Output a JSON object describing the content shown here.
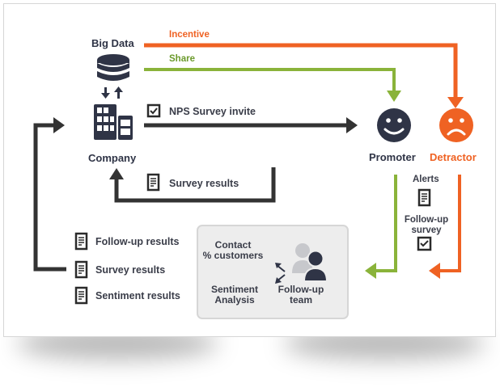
{
  "colors": {
    "dark": "#2f3446",
    "line_dark": "#333333",
    "orange": "#ef6223",
    "green": "#8ab33a",
    "box_bg": "#ededed"
  },
  "nodes": {
    "big_data": {
      "label": "Big Data",
      "icon": "database-icon"
    },
    "company": {
      "label": "Company",
      "icon": "building-icon"
    },
    "promoter": {
      "label": "Promoter",
      "icon": "smiley-face-icon"
    },
    "detractor": {
      "label": "Detractor",
      "icon": "sad-face-icon"
    }
  },
  "flows": {
    "incentive": "Incentive",
    "share": "Share",
    "nps_invite": "NPS Survey invite",
    "survey_results_top": "Survey results"
  },
  "detractor_side": {
    "alerts": "Alerts",
    "followup_survey_line1": "Follow-up",
    "followup_survey_line2": "survey"
  },
  "followup_box": {
    "contact_line1": "Contact",
    "contact_line2": "% customers",
    "sentiment_line1": "Sentiment",
    "sentiment_line2": "Analysis",
    "team_line1": "Follow-up",
    "team_line2": "team",
    "icon": "users-icon"
  },
  "results_list": [
    {
      "label": "Follow-up results",
      "icon": "document-icon"
    },
    {
      "label": "Survey results",
      "icon": "document-icon"
    },
    {
      "label": "Sentiment results",
      "icon": "document-icon"
    }
  ]
}
